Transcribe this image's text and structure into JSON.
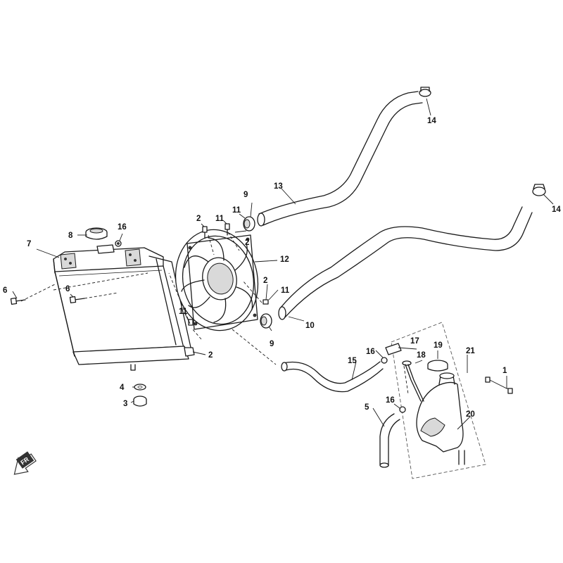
{
  "callouts": [
    {
      "id": "c1",
      "label": "1"
    },
    {
      "id": "c2a",
      "label": "2"
    },
    {
      "id": "c2b",
      "label": "2"
    },
    {
      "id": "c2c",
      "label": "2"
    },
    {
      "id": "c2d",
      "label": "2"
    },
    {
      "id": "c3",
      "label": "3"
    },
    {
      "id": "c4",
      "label": "4"
    },
    {
      "id": "c5",
      "label": "5"
    },
    {
      "id": "c6a",
      "label": "6"
    },
    {
      "id": "c6b",
      "label": "6"
    },
    {
      "id": "c7",
      "label": "7"
    },
    {
      "id": "c8",
      "label": "8"
    },
    {
      "id": "c9a",
      "label": "9"
    },
    {
      "id": "c9b",
      "label": "9"
    },
    {
      "id": "c10",
      "label": "10"
    },
    {
      "id": "c11a",
      "label": "11"
    },
    {
      "id": "c11b",
      "label": "11"
    },
    {
      "id": "c11c",
      "label": "11"
    },
    {
      "id": "c11d",
      "label": "11"
    },
    {
      "id": "c12",
      "label": "12"
    },
    {
      "id": "c13",
      "label": "13"
    },
    {
      "id": "c14a",
      "label": "14"
    },
    {
      "id": "c14b",
      "label": "14"
    },
    {
      "id": "c15",
      "label": "15"
    },
    {
      "id": "c16a",
      "label": "16"
    },
    {
      "id": "c16b",
      "label": "16"
    },
    {
      "id": "c16c",
      "label": "16"
    },
    {
      "id": "c17",
      "label": "17"
    },
    {
      "id": "c18",
      "label": "18"
    },
    {
      "id": "c19",
      "label": "19"
    },
    {
      "id": "c20",
      "label": "20"
    },
    {
      "id": "c21",
      "label": "21"
    }
  ],
  "direction_marker": {
    "label": "FR",
    "icon": "front-direction-arrow-icon"
  }
}
